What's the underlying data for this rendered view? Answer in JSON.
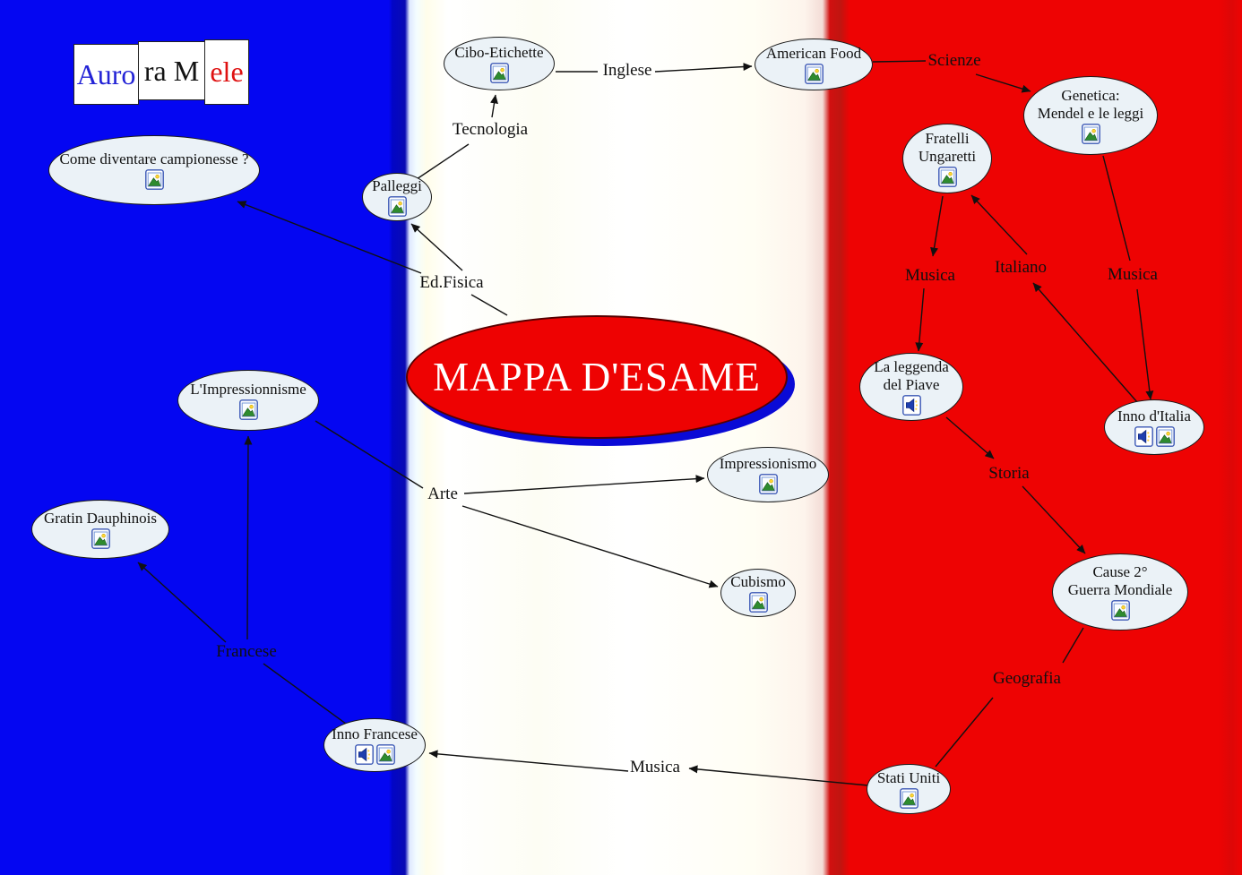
{
  "map": {
    "title": "MAPPA D'ESAME"
  },
  "logo": {
    "parts": [
      {
        "text": "Auro"
      },
      {
        "text": "ra M"
      },
      {
        "text": "ele"
      }
    ]
  },
  "nodes": {
    "cibo_etichette": {
      "label": "Cibo-Etichette",
      "icons": [
        "picture"
      ]
    },
    "american_food": {
      "label": "American Food",
      "icons": [
        "picture"
      ]
    },
    "genetica": {
      "label": "Genetica:\nMendel e le leggi",
      "icons": [
        "picture"
      ]
    },
    "fratelli_ungaretti": {
      "label": "Fratelli\nUngaretti",
      "icons": [
        "picture"
      ]
    },
    "campionesse": {
      "label": "Come diventare campionesse ?",
      "icons": [
        "picture"
      ]
    },
    "palleggi": {
      "label": "Palleggi",
      "icons": [
        "picture"
      ]
    },
    "impressionnisme": {
      "label": "L'Impressionnisme",
      "icons": [
        "picture"
      ]
    },
    "leggenda_piave": {
      "label": "La leggenda\ndel Piave",
      "icons": [
        "speaker"
      ]
    },
    "inno_italia": {
      "label": "Inno d'Italia",
      "icons": [
        "speaker",
        "picture"
      ]
    },
    "impressionismo": {
      "label": "Impressionismo",
      "icons": [
        "picture"
      ]
    },
    "gratin_dauphinois": {
      "label": "Gratin Dauphinois",
      "icons": [
        "picture"
      ]
    },
    "cubismo": {
      "label": "Cubismo",
      "icons": [
        "picture"
      ]
    },
    "cause_guerra": {
      "label": "Cause 2°\nGuerra Mondiale",
      "icons": [
        "picture"
      ]
    },
    "inno_francese": {
      "label": "Inno Francese",
      "icons": [
        "speaker",
        "picture"
      ]
    },
    "stati_uniti": {
      "label": "Stati Uniti",
      "icons": [
        "picture"
      ]
    }
  },
  "links": {
    "inglese": "Inglese",
    "scienze": "Scienze",
    "tecnologia": "Tecnologia",
    "ed_fisica": "Ed.Fisica",
    "musica_ungaretti": "Musica",
    "italiano": "Italiano",
    "musica_genetica": "Musica",
    "arte": "Arte",
    "storia": "Storia",
    "francese": "Francese",
    "geografia": "Geografia",
    "musica_stati": "Musica"
  },
  "connections": [
    {
      "from": "cibo_etichette",
      "via": "Inglese",
      "to": "american_food"
    },
    {
      "from": "american_food",
      "via": "Scienze",
      "to": "genetica"
    },
    {
      "from": "palleggi",
      "via": "Tecnologia",
      "to": "cibo_etichette"
    },
    {
      "from": "MAPPA D'ESAME",
      "via": "Ed.Fisica",
      "to": "palleggi"
    },
    {
      "from": "MAPPA D'ESAME",
      "via": "Ed.Fisica",
      "to": "campionesse"
    },
    {
      "from": "impressionnisme",
      "via": "Arte",
      "to": "impressionismo"
    },
    {
      "from": "impressionnisme",
      "via": "Arte",
      "to": "cubismo"
    },
    {
      "from": "inno_francese",
      "via": "Francese",
      "to": "impressionnisme"
    },
    {
      "from": "inno_francese",
      "via": "Francese",
      "to": "gratin_dauphinois"
    },
    {
      "from": "stati_uniti",
      "via": "Musica",
      "to": "inno_francese"
    },
    {
      "from": "stati_uniti",
      "via": "Geografia",
      "to": "cause_guerra"
    },
    {
      "from": "fratelli_ungaretti",
      "via": "Musica",
      "to": "leggenda_piave"
    },
    {
      "from": "inno_italia",
      "via": "Italiano",
      "to": "fratelli_ungaretti"
    },
    {
      "from": "genetica",
      "via": "Musica",
      "to": "inno_italia"
    },
    {
      "from": "leggenda_piave",
      "via": "Storia",
      "to": "cause_guerra"
    }
  ],
  "icon_names": {
    "picture": "picture-icon",
    "speaker": "speaker-icon"
  },
  "colors": {
    "flag_blue": "#0406f2",
    "flag_white": "#ffffff",
    "flag_red": "#ee0303",
    "node_fill": "#ebf2f7",
    "central_fill": "#ee0202",
    "central_shadow": "#0a0ad6",
    "central_text": "#ffffff",
    "logo_blue": "#2323d6",
    "logo_black": "#131313",
    "logo_red": "#df1111"
  }
}
